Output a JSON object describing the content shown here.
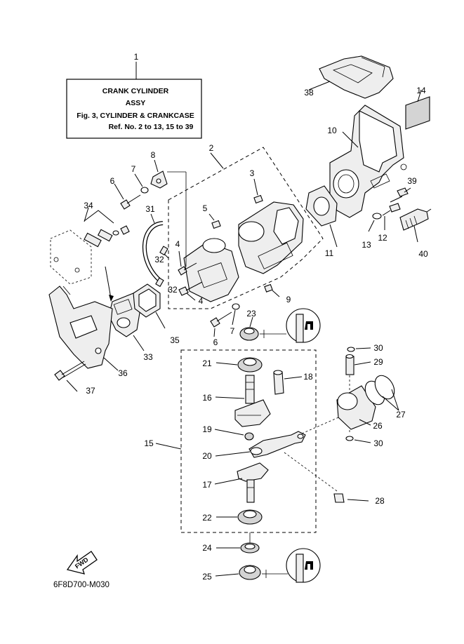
{
  "title_box": {
    "ref": "1",
    "line1": "CRANK CYLINDER",
    "line2": "ASSY",
    "line3": "Fig. 3, CYLINDER & CRANKCASE",
    "line4": "Ref. No. 2 to 13, 15 to 39"
  },
  "diagram_code": "6F8D700-M030",
  "fwd_label": "FWD",
  "callouts": {
    "n2": "2",
    "n3": "3",
    "n4a": "4",
    "n4b": "4",
    "n5": "5",
    "n6a": "6",
    "n6b": "6",
    "n7a": "7",
    "n7b": "7",
    "n8": "8",
    "n9": "9",
    "n10": "10",
    "n11": "11",
    "n12": "12",
    "n13": "13",
    "n14": "14",
    "n15": "15",
    "n16": "16",
    "n17": "17",
    "n18": "18",
    "n19": "19",
    "n20": "20",
    "n21": "21",
    "n22": "22",
    "n23": "23",
    "n24": "24",
    "n25": "25",
    "n26": "26",
    "n27": "27",
    "n28": "28",
    "n29": "29",
    "n30a": "30",
    "n30b": "30",
    "n31": "31",
    "n32a": "32",
    "n32b": "32",
    "n33": "33",
    "n34": "34",
    "n35": "35",
    "n36": "36",
    "n37": "37",
    "n38": "38",
    "n39": "39",
    "n40": "40"
  }
}
